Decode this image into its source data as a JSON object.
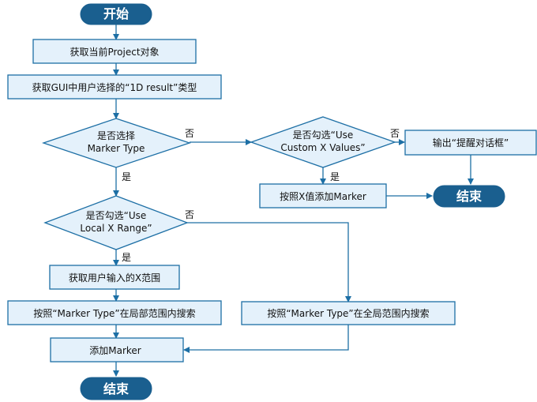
{
  "nodes": {
    "start": "开始",
    "get_project": "获取当前Project对象",
    "get_result_type": "获取GUI中用户选择的“1D result”类型",
    "d_marker_type": [
      "是否选择",
      "Marker Type"
    ],
    "d_custom_x": [
      "是否勾选“Use",
      "Custom X Values”"
    ],
    "output_dialog": "输出“提醒对话框”",
    "add_marker_by_x": "按照X值添加Marker",
    "end_right": "结束",
    "d_local_x": [
      "是否勾选“Use",
      "Local X Range”"
    ],
    "get_x_range": "获取用户输入的X范围",
    "search_local": "按照“Marker Type”在局部范围内搜索",
    "search_global": "按照“Marker Type”在全局范围内搜索",
    "add_marker": "添加Marker",
    "end_bottom": "结束"
  },
  "edge_labels": {
    "no_marker_type": "否",
    "no_custom_x": "否",
    "yes_custom_x": "是",
    "yes_marker_type": "是",
    "no_local_x": "否",
    "yes_local_x": "是"
  },
  "colors": {
    "accent": "#1d6fa5",
    "box_fill": "#e4f1fb",
    "terminal_fill": "#1a5f8f"
  }
}
